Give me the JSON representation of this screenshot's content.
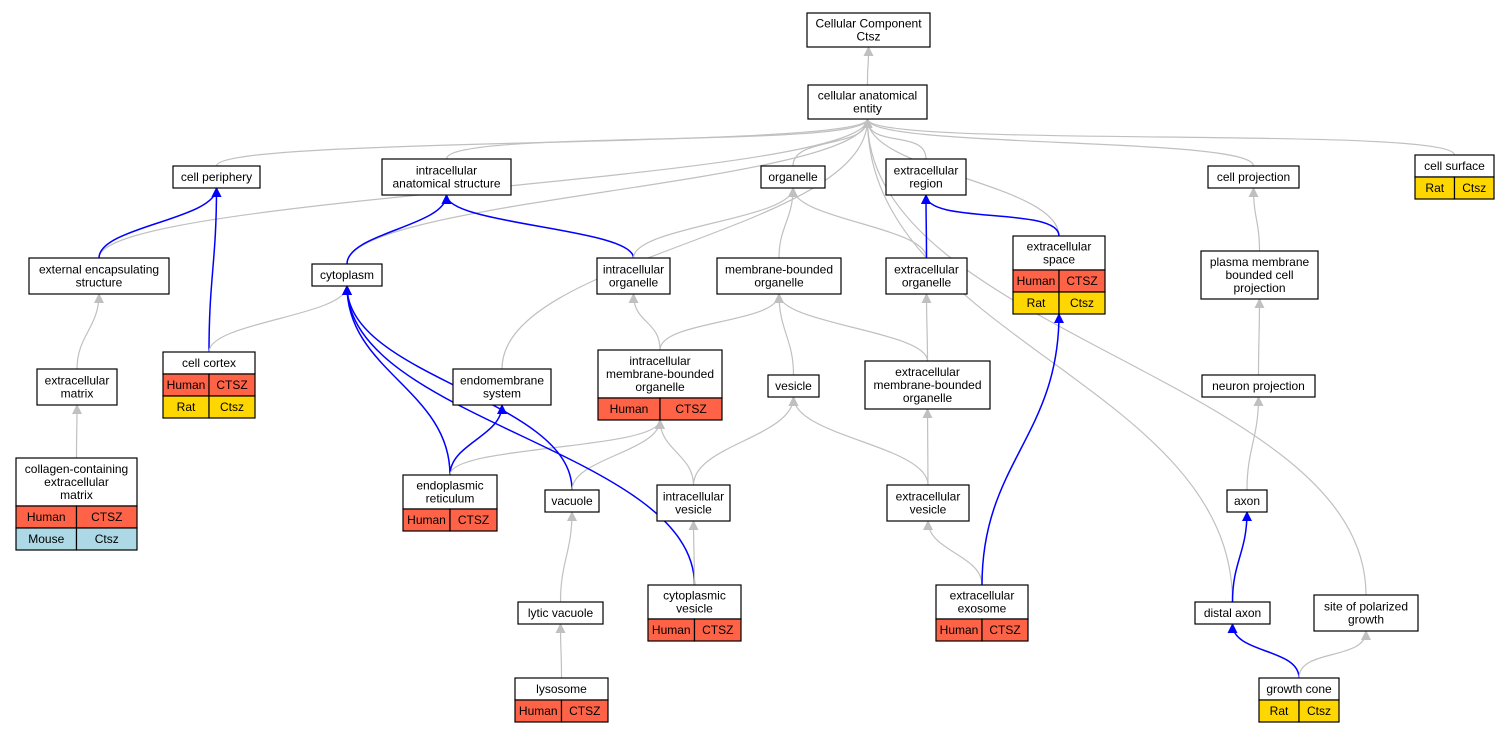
{
  "colors": {
    "edge_gray": "#c0c0c0",
    "edge_blue": "#0000ff",
    "human": "#ff6347",
    "rat": "#ffd700",
    "mouse": "#add8e6",
    "node_fill": "#ffffff",
    "node_stroke": "#000000"
  },
  "nodes": {
    "root": {
      "lines": [
        "Cellular Component",
        "Ctsz"
      ]
    },
    "cae": {
      "lines": [
        "cellular anatomical",
        "entity"
      ]
    },
    "cell_periphery": {
      "lines": [
        "cell periphery"
      ]
    },
    "ias": {
      "lines": [
        "intracellular",
        "anatomical structure"
      ]
    },
    "organelle": {
      "lines": [
        "organelle"
      ]
    },
    "ext_region": {
      "lines": [
        "extracellular",
        "region"
      ]
    },
    "cell_projection": {
      "lines": [
        "cell projection"
      ]
    },
    "cell_surface": {
      "lines": [
        "cell surface"
      ],
      "annotations": [
        [
          "Rat",
          "Ctsz"
        ]
      ]
    },
    "ext_encap": {
      "lines": [
        "external encapsulating",
        "structure"
      ]
    },
    "cytoplasm": {
      "lines": [
        "cytoplasm"
      ]
    },
    "ic_organelle": {
      "lines": [
        "intracellular",
        "organelle"
      ]
    },
    "mb_organelle": {
      "lines": [
        "membrane-bounded",
        "organelle"
      ]
    },
    "ec_organelle": {
      "lines": [
        "extracellular",
        "organelle"
      ]
    },
    "ec_space": {
      "lines": [
        "extracellular",
        "space"
      ],
      "annotations": [
        [
          "Human",
          "CTSZ"
        ],
        [
          "Rat",
          "Ctsz"
        ]
      ]
    },
    "pm_projection": {
      "lines": [
        "plasma membrane",
        "bounded cell",
        "projection"
      ]
    },
    "ecm": {
      "lines": [
        "extracellular",
        "matrix"
      ]
    },
    "cell_cortex": {
      "lines": [
        "cell cortex"
      ],
      "annotations": [
        [
          "Human",
          "CTSZ"
        ],
        [
          "Rat",
          "Ctsz"
        ]
      ]
    },
    "endomembrane": {
      "lines": [
        "endomembrane",
        "system"
      ]
    },
    "ic_mb_organelle": {
      "lines": [
        "intracellular",
        "membrane-bounded",
        "organelle"
      ],
      "annotations": [
        [
          "Human",
          "CTSZ"
        ]
      ]
    },
    "vesicle": {
      "lines": [
        "vesicle"
      ]
    },
    "ec_mb_organelle": {
      "lines": [
        "extracellular",
        "membrane-bounded",
        "organelle"
      ]
    },
    "neuron_projection": {
      "lines": [
        "neuron projection"
      ]
    },
    "collagen_ecm": {
      "lines": [
        "collagen-containing",
        "extracellular",
        "matrix"
      ],
      "annotations": [
        [
          "Human",
          "CTSZ"
        ],
        [
          "Mouse",
          "Ctsz"
        ]
      ]
    },
    "er": {
      "lines": [
        "endoplasmic",
        "reticulum"
      ],
      "annotations": [
        [
          "Human",
          "CTSZ"
        ]
      ]
    },
    "vacuole": {
      "lines": [
        "vacuole"
      ]
    },
    "ic_vesicle": {
      "lines": [
        "intracellular",
        "vesicle"
      ]
    },
    "ec_vesicle": {
      "lines": [
        "extracellular",
        "vesicle"
      ]
    },
    "axon": {
      "lines": [
        "axon"
      ]
    },
    "lytic_vacuole": {
      "lines": [
        "lytic vacuole"
      ]
    },
    "cyto_vesicle": {
      "lines": [
        "cytoplasmic",
        "vesicle"
      ],
      "annotations": [
        [
          "Human",
          "CTSZ"
        ]
      ]
    },
    "ec_exosome": {
      "lines": [
        "extracellular",
        "exosome"
      ],
      "annotations": [
        [
          "Human",
          "CTSZ"
        ]
      ]
    },
    "distal_axon": {
      "lines": [
        "distal axon"
      ]
    },
    "polarized_growth": {
      "lines": [
        "site of polarized",
        "growth"
      ]
    },
    "lysosome": {
      "lines": [
        "lysosome"
      ],
      "annotations": [
        [
          "Human",
          "CTSZ"
        ]
      ]
    },
    "growth_cone": {
      "lines": [
        "growth cone"
      ],
      "annotations": [
        [
          "Rat",
          "Ctsz"
        ]
      ]
    }
  },
  "edges": [
    {
      "from": "cae",
      "to": "root",
      "type": "is_a"
    },
    {
      "from": "cell_periphery",
      "to": "cae",
      "type": "is_a"
    },
    {
      "from": "ias",
      "to": "cae",
      "type": "is_a"
    },
    {
      "from": "organelle",
      "to": "cae",
      "type": "is_a"
    },
    {
      "from": "ext_region",
      "to": "cae",
      "type": "is_a"
    },
    {
      "from": "cell_projection",
      "to": "cae",
      "type": "is_a"
    },
    {
      "from": "cell_surface",
      "to": "cae",
      "type": "is_a"
    },
    {
      "from": "ext_encap",
      "to": "cae",
      "type": "is_a"
    },
    {
      "from": "cytoplasm",
      "to": "cae",
      "type": "is_a"
    },
    {
      "from": "endomembrane",
      "to": "cae",
      "type": "is_a"
    },
    {
      "from": "ec_space",
      "to": "cae",
      "type": "is_a"
    },
    {
      "from": "distal_axon",
      "to": "cae",
      "type": "is_a"
    },
    {
      "from": "polarized_growth",
      "to": "cae",
      "type": "is_a"
    },
    {
      "from": "ext_encap",
      "to": "cell_periphery",
      "type": "part_of"
    },
    {
      "from": "cell_cortex",
      "to": "cell_periphery",
      "type": "part_of"
    },
    {
      "from": "cytoplasm",
      "to": "ias",
      "type": "part_of"
    },
    {
      "from": "ic_organelle",
      "to": "ias",
      "type": "part_of"
    },
    {
      "from": "ic_organelle",
      "to": "organelle",
      "type": "is_a"
    },
    {
      "from": "mb_organelle",
      "to": "organelle",
      "type": "is_a"
    },
    {
      "from": "ec_organelle",
      "to": "organelle",
      "type": "is_a"
    },
    {
      "from": "ec_organelle",
      "to": "ext_region",
      "type": "part_of"
    },
    {
      "from": "ec_space",
      "to": "ext_region",
      "type": "part_of"
    },
    {
      "from": "pm_projection",
      "to": "cell_projection",
      "type": "is_a"
    },
    {
      "from": "ecm",
      "to": "ext_encap",
      "type": "is_a"
    },
    {
      "from": "cell_cortex",
      "to": "cytoplasm",
      "type": "is_a"
    },
    {
      "from": "ic_mb_organelle",
      "to": "ic_organelle",
      "type": "is_a"
    },
    {
      "from": "ic_mb_organelle",
      "to": "mb_organelle",
      "type": "is_a"
    },
    {
      "from": "vesicle",
      "to": "mb_organelle",
      "type": "is_a"
    },
    {
      "from": "ec_mb_organelle",
      "to": "mb_organelle",
      "type": "is_a"
    },
    {
      "from": "ec_mb_organelle",
      "to": "ec_organelle",
      "type": "is_a"
    },
    {
      "from": "neuron_projection",
      "to": "pm_projection",
      "type": "is_a"
    },
    {
      "from": "collagen_ecm",
      "to": "ecm",
      "type": "is_a"
    },
    {
      "from": "er",
      "to": "cytoplasm",
      "type": "part_of"
    },
    {
      "from": "er",
      "to": "endomembrane",
      "type": "part_of"
    },
    {
      "from": "er",
      "to": "ic_mb_organelle",
      "type": "is_a"
    },
    {
      "from": "vacuole",
      "to": "cytoplasm",
      "type": "part_of"
    },
    {
      "from": "vacuole",
      "to": "ic_mb_organelle",
      "type": "is_a"
    },
    {
      "from": "ic_vesicle",
      "to": "ic_mb_organelle",
      "type": "is_a"
    },
    {
      "from": "ic_vesicle",
      "to": "vesicle",
      "type": "is_a"
    },
    {
      "from": "ec_vesicle",
      "to": "vesicle",
      "type": "is_a"
    },
    {
      "from": "ec_vesicle",
      "to": "ec_mb_organelle",
      "type": "is_a"
    },
    {
      "from": "axon",
      "to": "neuron_projection",
      "type": "is_a"
    },
    {
      "from": "lytic_vacuole",
      "to": "vacuole",
      "type": "is_a"
    },
    {
      "from": "cyto_vesicle",
      "to": "cytoplasm",
      "type": "part_of"
    },
    {
      "from": "cyto_vesicle",
      "to": "ic_vesicle",
      "type": "is_a"
    },
    {
      "from": "ec_exosome",
      "to": "ec_vesicle",
      "type": "is_a"
    },
    {
      "from": "ec_exosome",
      "to": "ec_space",
      "type": "part_of"
    },
    {
      "from": "distal_axon",
      "to": "axon",
      "type": "part_of"
    },
    {
      "from": "lysosome",
      "to": "lytic_vacuole",
      "type": "is_a"
    },
    {
      "from": "growth_cone",
      "to": "distal_axon",
      "type": "part_of"
    },
    {
      "from": "growth_cone",
      "to": "polarized_growth",
      "type": "is_a"
    }
  ]
}
